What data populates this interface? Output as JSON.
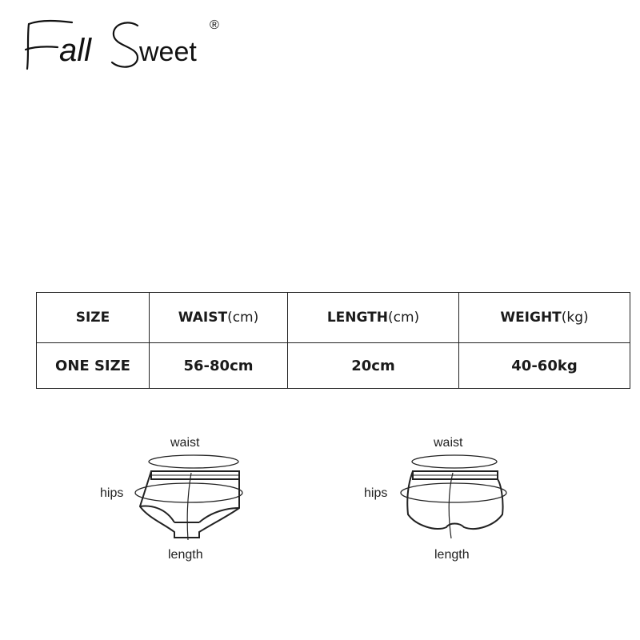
{
  "brand": {
    "name": "FallSweet",
    "name_part1": "F",
    "name_part2": "all",
    "name_part3": "S",
    "name_part4": "weet",
    "registered_mark": "®"
  },
  "size_table": {
    "headers": [
      {
        "label": "SIZE",
        "unit": ""
      },
      {
        "label": "WAIST",
        "unit": "(cm)"
      },
      {
        "label": "LENGTH",
        "unit": "(cm)"
      },
      {
        "label": "WEIGHT",
        "unit": "(kg)"
      }
    ],
    "rows": [
      [
        "ONE SIZE",
        "56-80cm",
        "20cm",
        "40-60kg"
      ]
    ]
  },
  "diagrams": [
    {
      "waist_label": "waist",
      "hips_label": "hips",
      "length_label": "length",
      "style": "brief"
    },
    {
      "waist_label": "waist",
      "hips_label": "hips",
      "length_label": "length",
      "style": "boyshort"
    }
  ],
  "colors": {
    "line": "#222222",
    "text": "#111111",
    "background": "#ffffff"
  }
}
